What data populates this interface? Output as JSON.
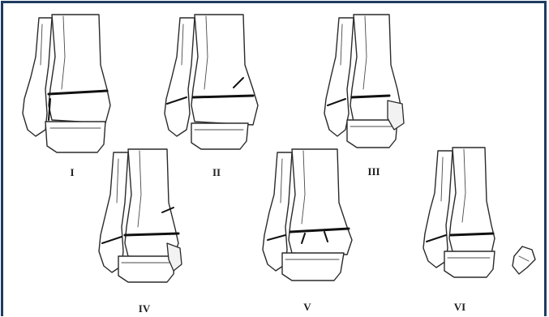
{
  "figure": {
    "border_color": "#1f3b63",
    "panels": [
      {
        "id": "I",
        "label": "I"
      },
      {
        "id": "II",
        "label": "II"
      },
      {
        "id": "III",
        "label": "III"
      },
      {
        "id": "IV",
        "label": "IV"
      },
      {
        "id": "V",
        "label": "V"
      },
      {
        "id": "VI",
        "label": "VI"
      }
    ]
  }
}
